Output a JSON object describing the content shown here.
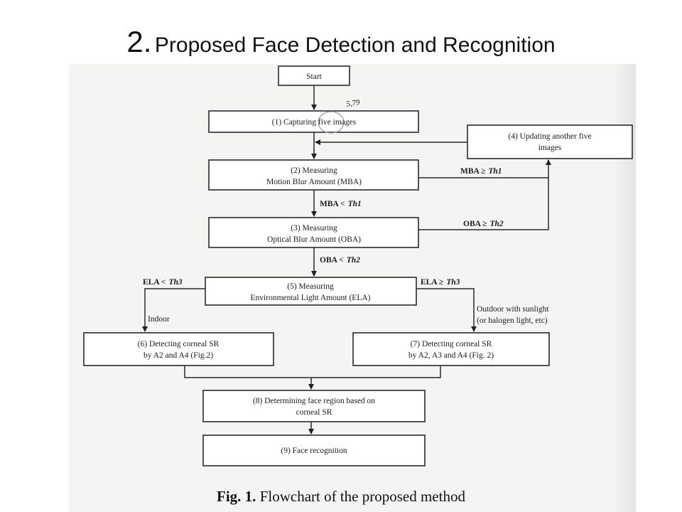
{
  "title": {
    "number": "2.",
    "text": "Proposed Face Detection and Recognition"
  },
  "flowchart": {
    "nodes": {
      "start": "Start",
      "n1": "(1) Capturing five images",
      "n4": [
        "(4) Updating another five",
        "images"
      ],
      "n2": [
        "(2) Measuring",
        "Motion Blur Amount (MBA)"
      ],
      "n3": [
        "(3) Measuring",
        "Optical Blur Amount (OBA)"
      ],
      "n5": [
        "(5) Measuring",
        "Environmental Light Amount (ELA)"
      ],
      "n6": [
        "(6) Detecting corneal SR",
        "by A2 and A4 (Fig.2)"
      ],
      "n7": [
        "(7) Detecting corneal SR",
        "by A2, A3 and A4 (Fig. 2)"
      ],
      "n8": [
        "(8) Determining face region based on",
        "corneal SR"
      ],
      "n9": "(9) Face recognition"
    },
    "conditions": {
      "mba_ge": {
        "lhs": "MBA ≥",
        "rhs": "Th1"
      },
      "mba_lt": {
        "lhs": "MBA <",
        "rhs": "Th1"
      },
      "oba_ge": {
        "lhs": "OBA ≥",
        "rhs": "Th2"
      },
      "oba_lt": {
        "lhs": "OBA <",
        "rhs": "Th2"
      },
      "ela_lt": {
        "lhs": "ELA <",
        "rhs": "Th3"
      },
      "ela_ge": {
        "lhs": "ELA ≥",
        "rhs": "Th3"
      }
    },
    "labels": {
      "indoor": "Indoor",
      "outdoor": [
        "Outdoor with sunlight",
        "(or halogen light, etc)"
      ]
    },
    "handwritten_mark": "5,79"
  },
  "caption": {
    "prefix": "Fig. 1.",
    "text": "Flowchart of the proposed method"
  }
}
